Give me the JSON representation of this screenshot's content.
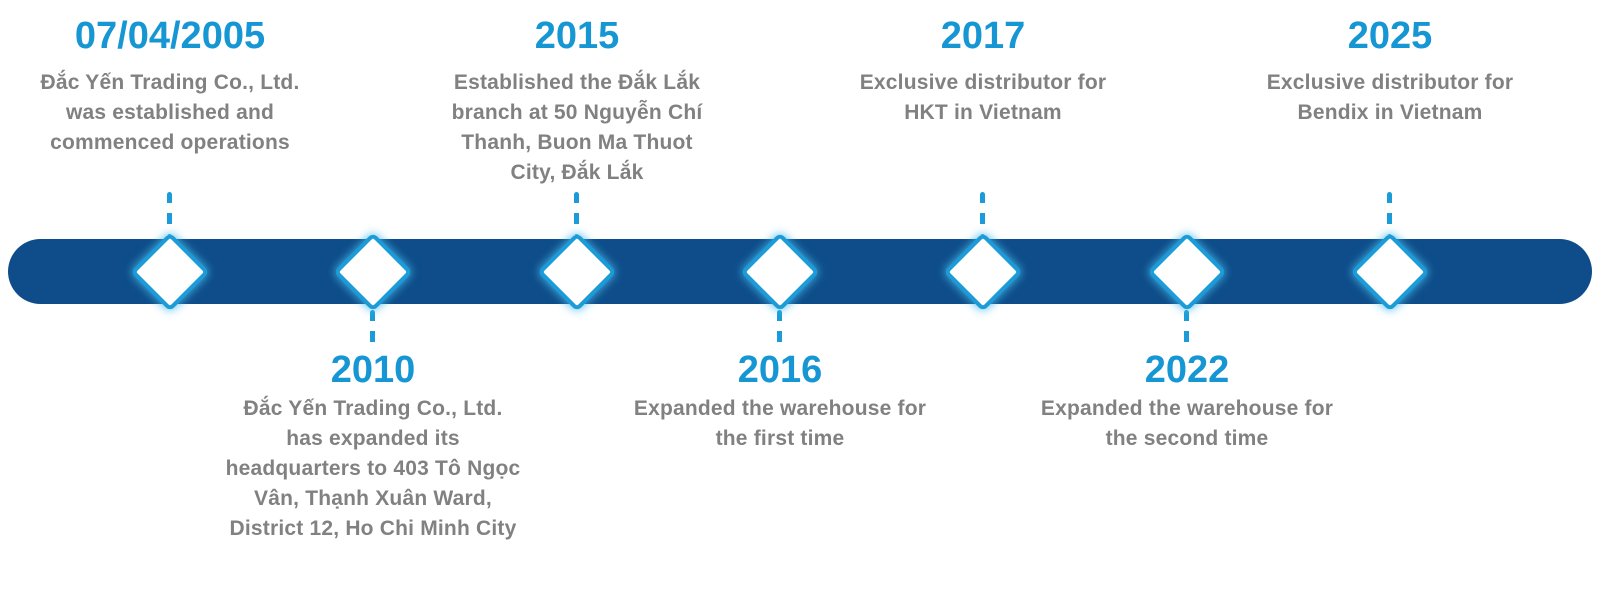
{
  "colors": {
    "bar": "#0e4d89",
    "accent": "#1697d4",
    "connector": "#1b9cd9",
    "description_text": "#818181",
    "diamond_fill": "#ffffff",
    "diamond_glow": "rgba(70,185,235,0.85)"
  },
  "timeline": {
    "events": [
      {
        "year": "07/04/2005",
        "description": "Đắc Yến Trading Co., Ltd. was established and commenced operations",
        "side": "above"
      },
      {
        "year": "2010",
        "description": "Đắc Yến Trading Co., Ltd. has expanded its headquarters to 403 Tô Ngọc Vân, Thạnh Xuân Ward, District 12, Ho Chi Minh City",
        "side": "below"
      },
      {
        "year": "2015",
        "description": "Established the Đắk Lắk branch at 50 Nguyễn Chí Thanh, Buon Ma Thuot City, Đắk Lắk",
        "side": "above"
      },
      {
        "year": "2016",
        "description": "Expanded the warehouse for the first time",
        "side": "below"
      },
      {
        "year": "2017",
        "description": "Exclusive distributor for HKT in Vietnam",
        "side": "above"
      },
      {
        "year": "2022",
        "description": "Expanded the warehouse for the second time",
        "side": "below"
      },
      {
        "year": "2025",
        "description": "Exclusive distributor for Bendix in Vietnam",
        "side": "above"
      }
    ]
  }
}
